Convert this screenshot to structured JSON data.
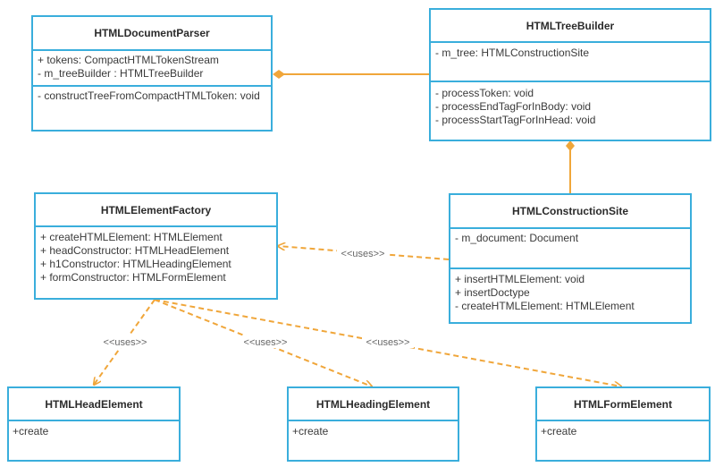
{
  "classes": {
    "parser": {
      "name": "HTMLDocumentParser",
      "attributes": [
        "+ tokens: CompactHTMLTokenStream",
        "- m_treeBuilder : HTMLTreeBuilder"
      ],
      "methods": [
        "- constructTreeFromCompactHTMLToken: void"
      ]
    },
    "tree_builder": {
      "name": "HTMLTreeBuilder",
      "attributes": [
        "- m_tree: HTMLConstructionSite"
      ],
      "methods": [
        "- processToken: void",
        "- processEndTagForInBody: void",
        "- processStartTagForInHead: void"
      ]
    },
    "factory": {
      "name": "HTMLElementFactory",
      "attributes": [
        "+ createHTMLElement: HTMLElement",
        "+ headConstructor: HTMLHeadElement",
        "+ h1Constructor: HTMLHeadingElement",
        "+ formConstructor: HTMLFormElement"
      ],
      "methods": []
    },
    "construction_site": {
      "name": "HTMLConstructionSite",
      "attributes": [
        "- m_document: Document"
      ],
      "methods": [
        "+ insertHTMLElement: void",
        "+ insertDoctype",
        "- createHTMLElement: HTMLElement"
      ]
    },
    "head_element": {
      "name": "HTMLHeadElement",
      "attributes": [
        "+create"
      ],
      "methods": []
    },
    "heading_element": {
      "name": "HTMLHeadingElement",
      "attributes": [
        "+create"
      ],
      "methods": []
    },
    "form_element": {
      "name": "HTMLFormElement",
      "attributes": [
        "+create"
      ],
      "methods": []
    }
  },
  "relations": {
    "uses_label": "<<uses>>"
  },
  "colors": {
    "class_border": "#3aaedc",
    "connector": "#f0a63a"
  }
}
